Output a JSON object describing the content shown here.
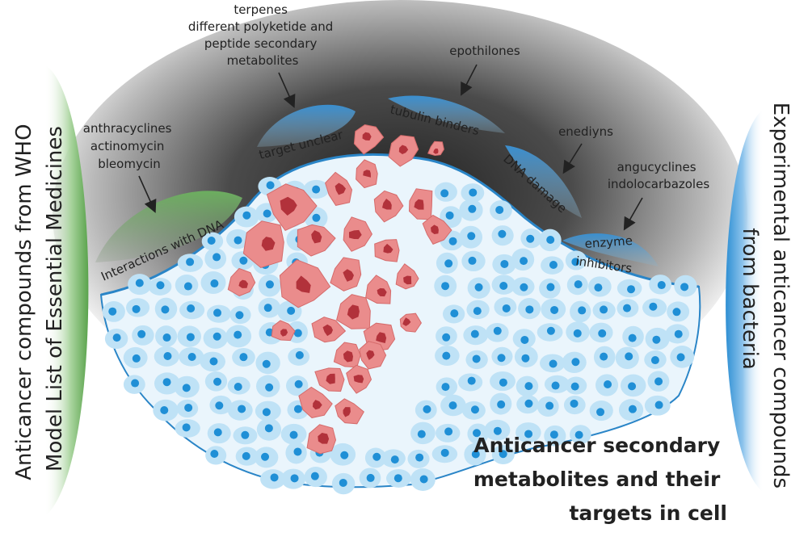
{
  "diagram": {
    "title_lines": [
      "Anticancer secondary",
      "metabolites and their",
      "targets in cell"
    ],
    "left_band": {
      "lines": [
        "Anticancer compounds from WHO",
        "Model List of Essential Medicines"
      ],
      "color": "#6cae5f"
    },
    "right_band": {
      "lines": [
        "Experimental anticancer compounds",
        "from bacteria"
      ],
      "color": "#2e8fd3"
    },
    "targets": {
      "dna_interaction": "Interactions with DNA",
      "unclear": "target unclear",
      "tubulin": "tubulin binders",
      "dna_damage": "DNA damage",
      "enzyme_line1": "enzyme",
      "enzyme_line2": "inhibitors"
    },
    "compound_groups": {
      "terpenes": [
        "terpenes",
        "different polyketide and",
        "peptide secondary",
        "metabolites"
      ],
      "epothilones": [
        "epothilones"
      ],
      "enediyns": [
        "enediyns"
      ],
      "angucyclines": [
        "angucyclines",
        "indolocarbazoles"
      ],
      "anthracyclines": [
        "anthracyclines",
        "actinomycin",
        "bleomycin"
      ]
    },
    "colors": {
      "tissue_fill": "#eaf5fc",
      "normal_cell": "#bfe2f6",
      "nucleus": "#1f8fd6",
      "tumor_cell": "#ea8c8c",
      "tumor_nucleus": "#b2323b",
      "tissue_outline": "#2a85c7"
    }
  }
}
